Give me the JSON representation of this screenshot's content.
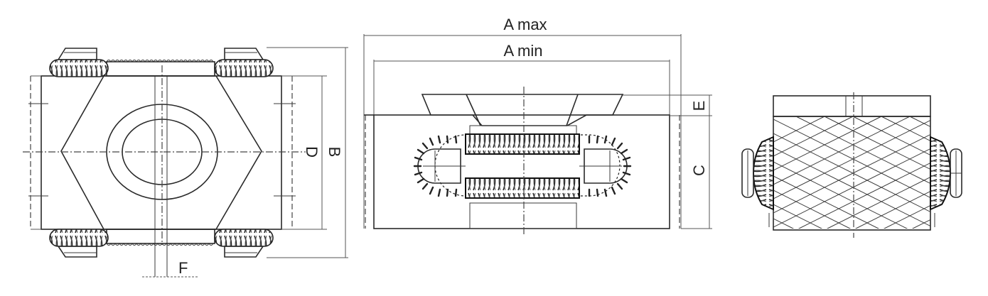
{
  "drawing": {
    "type": "technical-orthographic-drawing",
    "views": [
      {
        "id": "top-view",
        "description": "plan view with hexagonal body, central bore, four spring coils"
      },
      {
        "id": "front-view",
        "description": "elevation with tapered top, horizontal spring assembly"
      },
      {
        "id": "side-view",
        "description": "side view with cross-hatched knurled face and side coils"
      }
    ]
  },
  "labels": {
    "a_max": "A max",
    "a_min": "A min",
    "b": "B",
    "c": "C",
    "d": "D",
    "e": "E",
    "f": "F"
  },
  "colors": {
    "line": "#2a2a2a",
    "background": "#ffffff"
  }
}
